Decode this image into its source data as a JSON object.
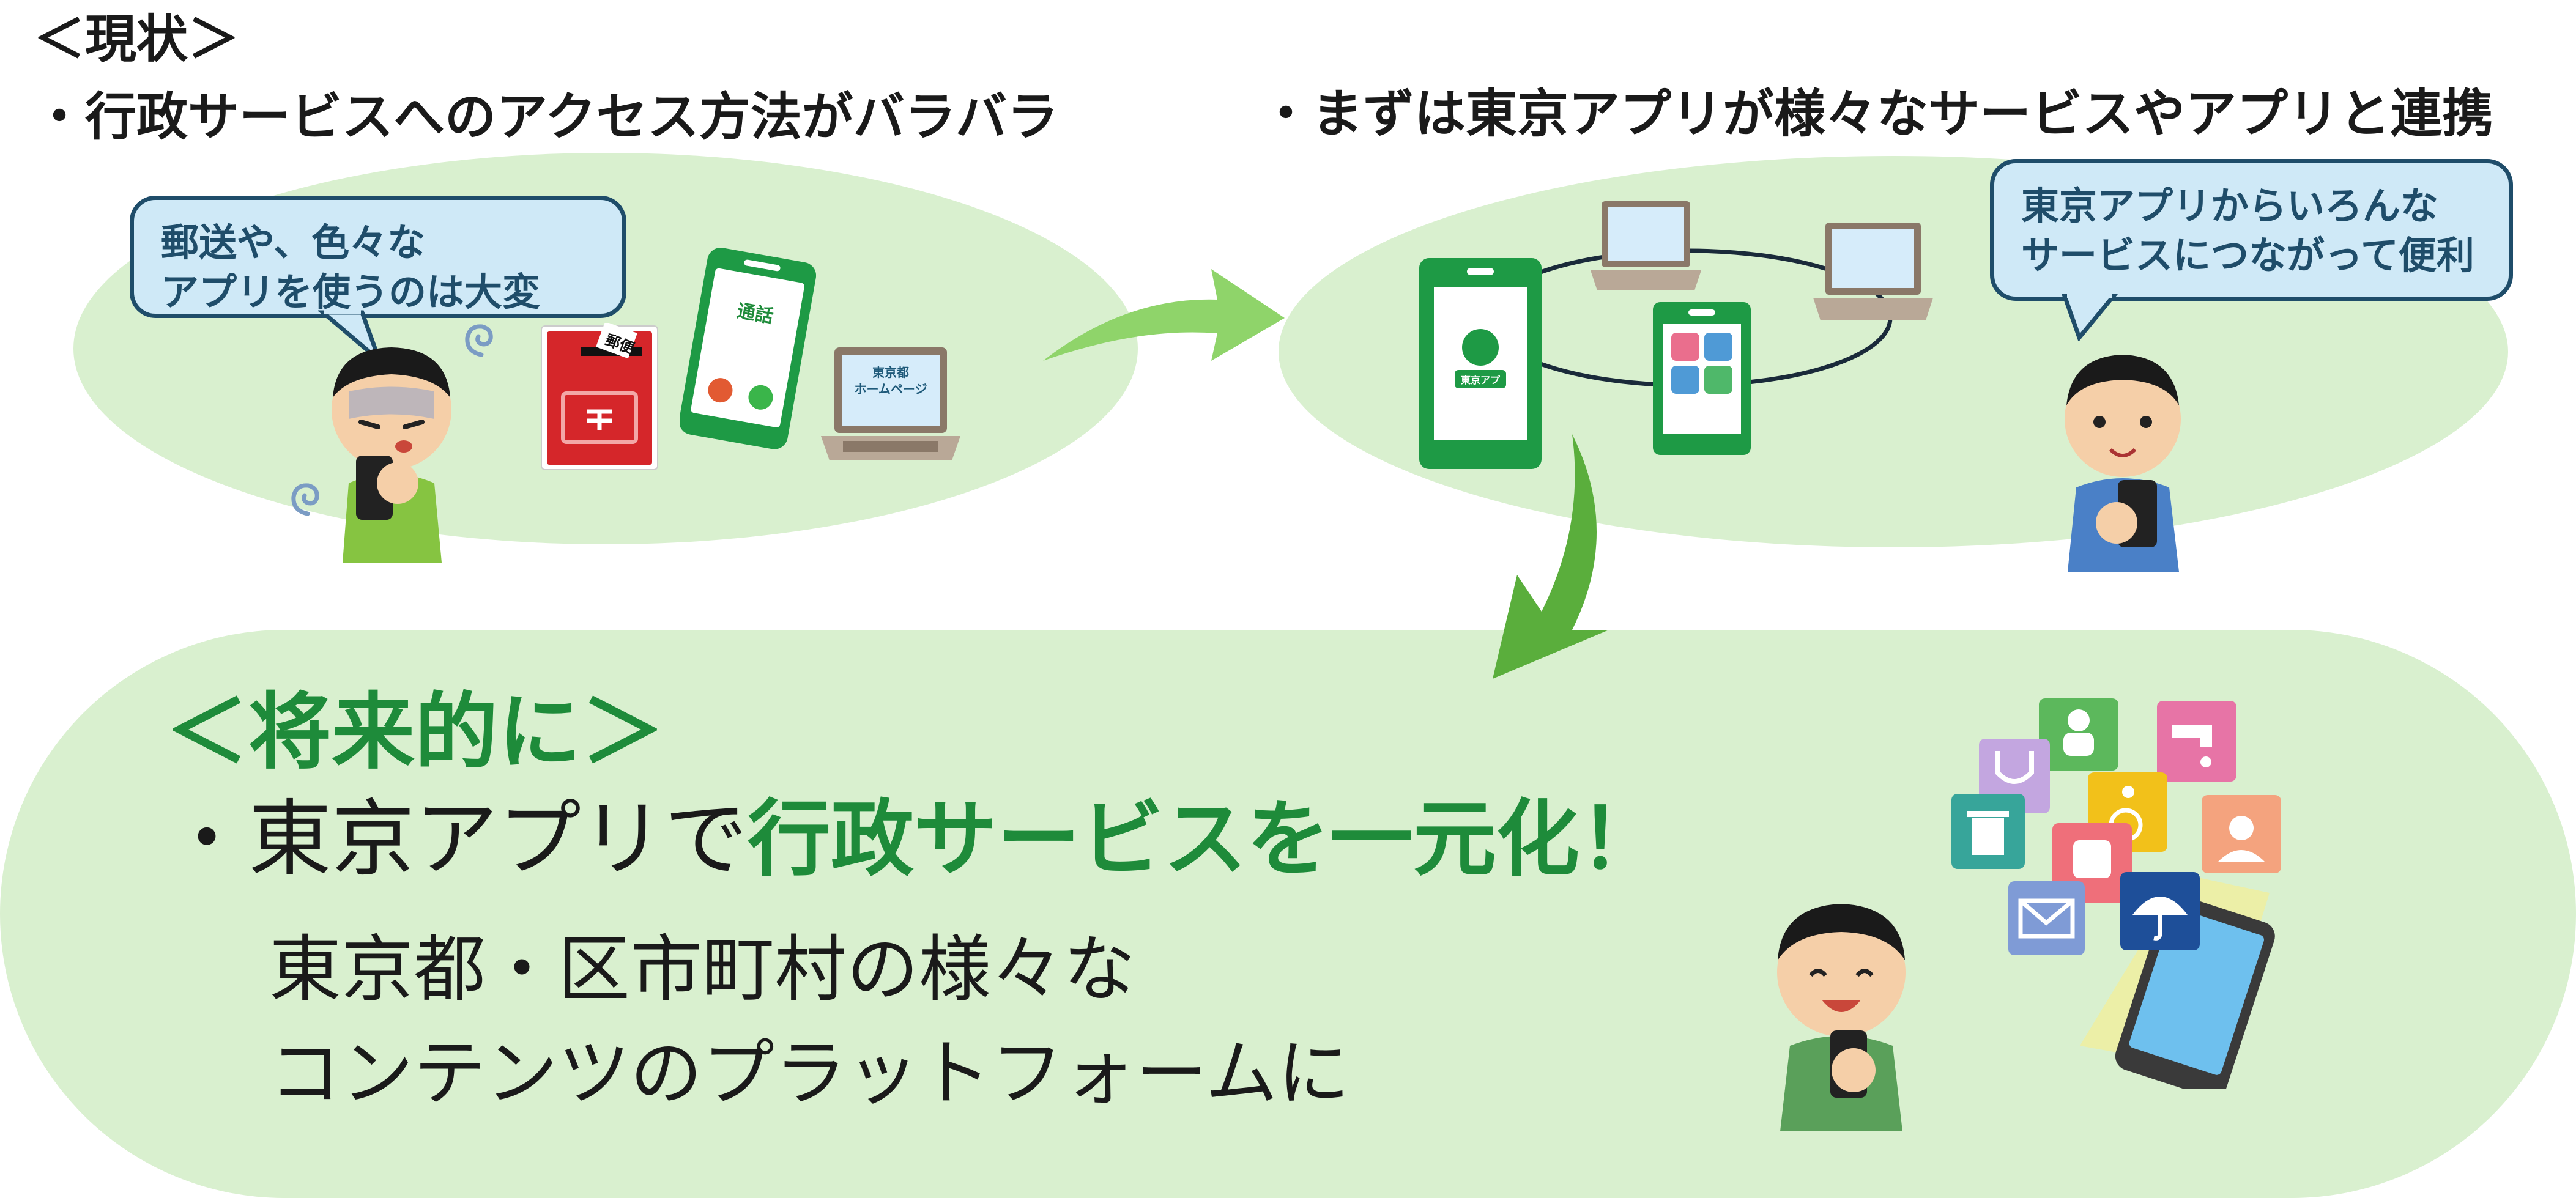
{
  "current": {
    "heading": "＜現状＞",
    "bullet": "・行政サービスへのアクセス方法がバラバラ",
    "speech": [
      "郵送や、色々な",
      "アプリを使うのは大変"
    ],
    "phone_label": "通話",
    "laptop_label": [
      "東京都",
      "ホームページ"
    ],
    "mailbox_label": "郵便"
  },
  "first": {
    "bullet": "・まずは東京アプリが様々なサービスやアプリと連携",
    "speech": [
      "東京アプリからいろんな",
      "サービスにつながって便利"
    ],
    "app_label": "東京アプリ"
  },
  "future": {
    "heading": "＜将来的に＞",
    "line1_plain": "・東京アプリで",
    "line1_highlight": "行政サービスを一元化！",
    "line2": "東京都・区市町村の様々な",
    "line3": "コンテンツのプラットフォームに"
  },
  "colors": {
    "ellipse_fill": "#d9f0cf",
    "highlight_green": "#1e8b3a",
    "bubble_fill": "#cfe9f7",
    "arrow_green": "#5aae3c"
  },
  "icons": [
    "baby-icon",
    "faucet-icon",
    "stethoscope-icon",
    "trash-icon",
    "wheelchair-icon",
    "police-icon",
    "train-icon",
    "mail-icon",
    "umbrella-icon"
  ]
}
